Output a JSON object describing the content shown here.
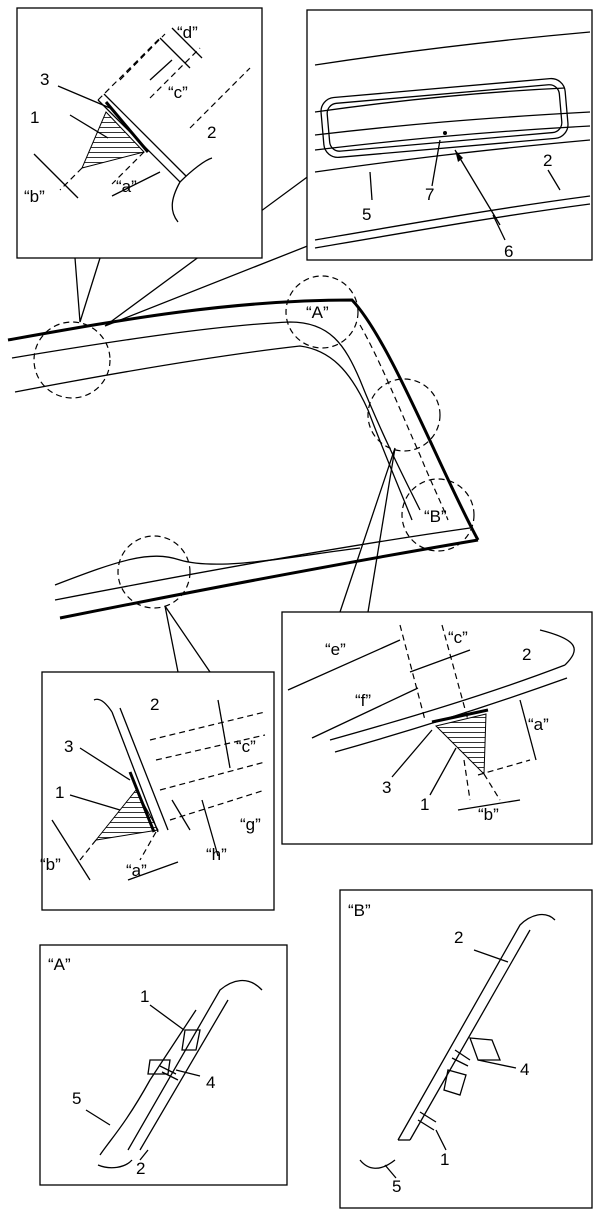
{
  "labels": {
    "one": "1",
    "two": "2",
    "three": "3",
    "four": "4",
    "five": "5",
    "six": "6",
    "seven": "7",
    "a": "“a”",
    "b": "“b”",
    "c": "“c”",
    "d": "“d”",
    "e": "“e”",
    "f": "“f”",
    "g": "“g”",
    "h": "“h”",
    "A": "“A”",
    "B": "“B”"
  }
}
